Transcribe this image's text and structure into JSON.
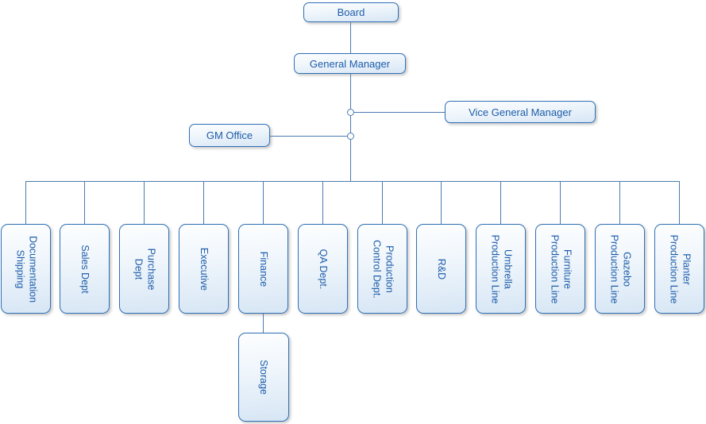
{
  "colors": {
    "node_border": "#2f70b5",
    "node_text": "#1d5caa",
    "line": "#4a7bb0",
    "grad_top": "#fdfeff",
    "grad_mid": "#eef5fb",
    "grad_bot": "#d7e6f5"
  },
  "nodes": {
    "board": {
      "label": "Board"
    },
    "general_manager": {
      "label": "General Manager"
    },
    "vice_general_manager": {
      "label": "Vice General Manager"
    },
    "gm_office": {
      "label": "GM Office"
    },
    "storage": {
      "label": "Storage"
    }
  },
  "departments": [
    {
      "label": "Documentation\nShipping"
    },
    {
      "label": "Sales Dept"
    },
    {
      "label": "Purchase\nDept"
    },
    {
      "label": "Executive"
    },
    {
      "label": "Finance"
    },
    {
      "label": "QA Dept."
    },
    {
      "label": "Production\nControl Dept."
    },
    {
      "label": "R&D"
    },
    {
      "label": "Umbrella\nProduction Line"
    },
    {
      "label": "Furniture\nProduction Line"
    },
    {
      "label": "Gazebo\nProduction Line"
    },
    {
      "label": "Planter\nProduction Line"
    }
  ]
}
